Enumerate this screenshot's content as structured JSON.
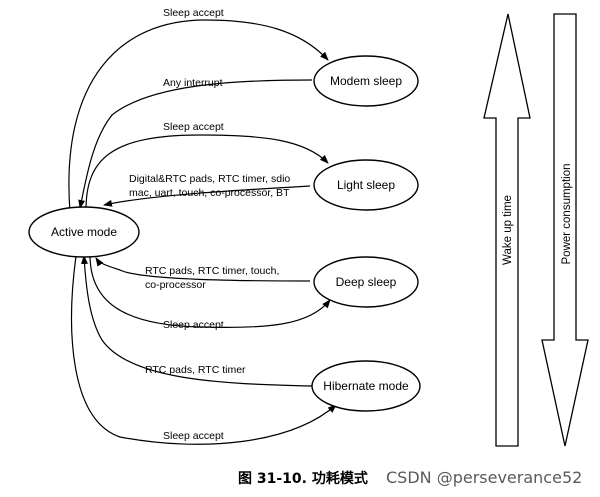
{
  "nodes": {
    "active": "Active mode",
    "modem": "Modem sleep",
    "light": "Light sleep",
    "deep": "Deep sleep",
    "hibernate": "Hibernate mode"
  },
  "edges": {
    "sleep_accept_modem": "Sleep accept",
    "any_interrupt": "Any interrupt",
    "sleep_accept_light": "Sleep accept",
    "light_wake_line1": "Digital&RTC pads, RTC timer,  sdio",
    "light_wake_line2": "mac, uart, touch, co-processor, BT",
    "deep_wake_line1": "RTC pads, RTC timer,  touch,",
    "deep_wake_line2": "co-processor",
    "sleep_accept_deep": "Sleep accept",
    "hibernate_wake": "RTC pads, RTC timer",
    "sleep_accept_hibernate": "Sleep accept"
  },
  "side_arrows": {
    "wake_up_time": "Wake up time",
    "power_consumption": "Power consumption"
  },
  "caption": "图 31-10. 功耗模式",
  "watermark": "CSDN @perseverance52"
}
